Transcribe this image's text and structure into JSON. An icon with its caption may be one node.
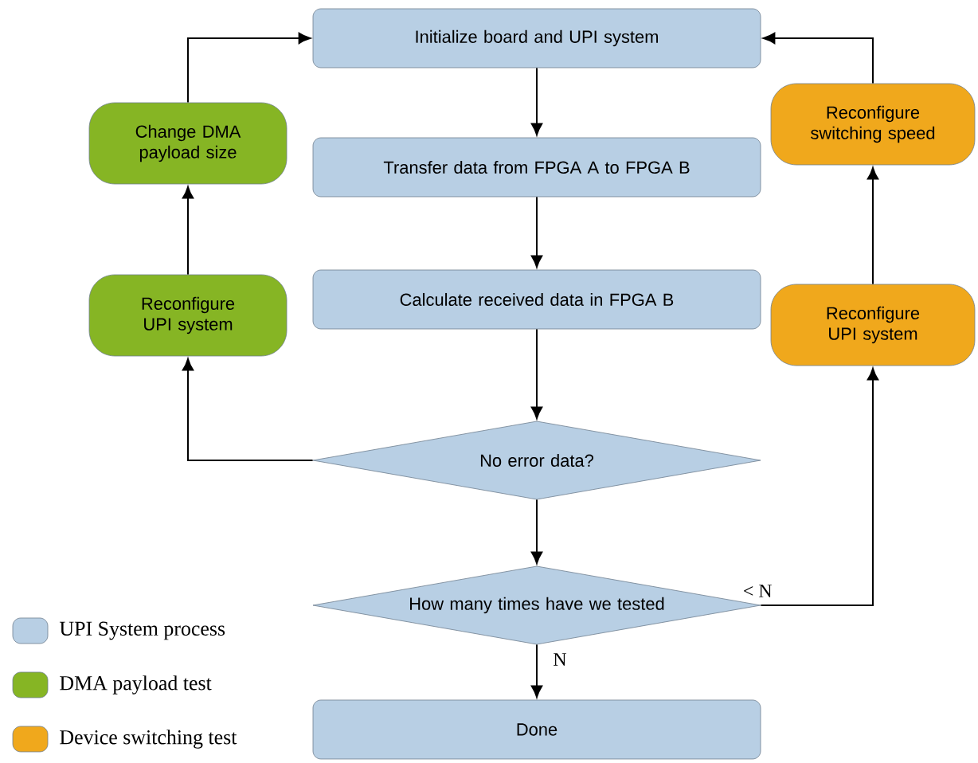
{
  "diagram": {
    "nodes": [
      {
        "text": [
          "Initialize board and UPI system"
        ]
      },
      {
        "text": [
          "Transfer data from FPGA A to FPGA B"
        ]
      },
      {
        "text": [
          "Calculate received data in FPGA B"
        ]
      },
      {
        "text": [
          "No error data?"
        ]
      },
      {
        "text": [
          "How many times have we tested"
        ]
      },
      {
        "text": [
          "Done"
        ]
      },
      {
        "text": [
          "Change DMA payload size"
        ]
      },
      {
        "text": [
          "Reconfigure UPI system"
        ]
      },
      {
        "text": [
          "Reconfigure switching speed"
        ]
      },
      {
        "text": [
          "Reconfigure UPI system"
        ]
      }
    ],
    "edges": [
      {
        "from": 0,
        "to": 1,
        "arrow": "to"
      },
      {
        "from": 1,
        "to": 2,
        "arrow": "to"
      },
      {
        "from": 2,
        "to": 3,
        "arrow": "to"
      },
      {
        "from": 3,
        "to": 4,
        "arrow": "to"
      },
      {
        "from": 4,
        "to": 5,
        "arrow": "to",
        "label": "N"
      },
      {
        "from": 3,
        "to": 7,
        "arrow": "to"
      },
      {
        "from": 7,
        "to": 6,
        "arrow": "to"
      },
      {
        "from": 6,
        "to": 0,
        "arrow": "to"
      },
      {
        "from": 4,
        "to": 9,
        "arrow": "to",
        "label": "< N"
      },
      {
        "from": 9,
        "to": 8,
        "arrow": "to"
      },
      {
        "from": 8,
        "to": 0,
        "arrow": "to"
      }
    ],
    "legend": [
      {
        "text": "UPI System process",
        "color": "#b8cfe4"
      },
      {
        "text": "DMA payload test",
        "color": "#86b524"
      },
      {
        "text": "Device switching test",
        "color": "#f0a81c"
      }
    ]
  }
}
